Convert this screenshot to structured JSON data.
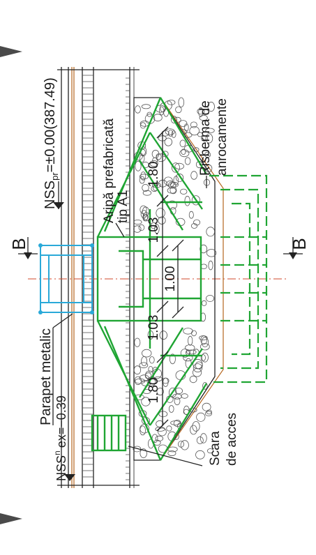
{
  "labels": {
    "nss_pr": "NSS",
    "nss_pr_sub": "pr",
    "nss_pr_value": "=±0.00(387.49)",
    "nss_ex": "NSS",
    "nss_ex_sup": "n",
    "nss_ex_value": "ex=−0.39",
    "parapet": "Parapet metalic",
    "aripa_line1": "Aripă prefabricată",
    "aripa_line2": "tip A1",
    "risberma_line1": "Risberma de",
    "risberma_line2": "anrocamente",
    "scara_line1": "Scara",
    "scara_line2": "de acces",
    "section_left": "B",
    "section_right": "B"
  },
  "dimensions": [
    "1.80",
    "1.03",
    "1.00",
    "1.03",
    "1.80"
  ],
  "colors": {
    "green": "#1fa533",
    "cyan": "#2aa9d8",
    "black": "#222222",
    "axis": "#d04a2a"
  }
}
